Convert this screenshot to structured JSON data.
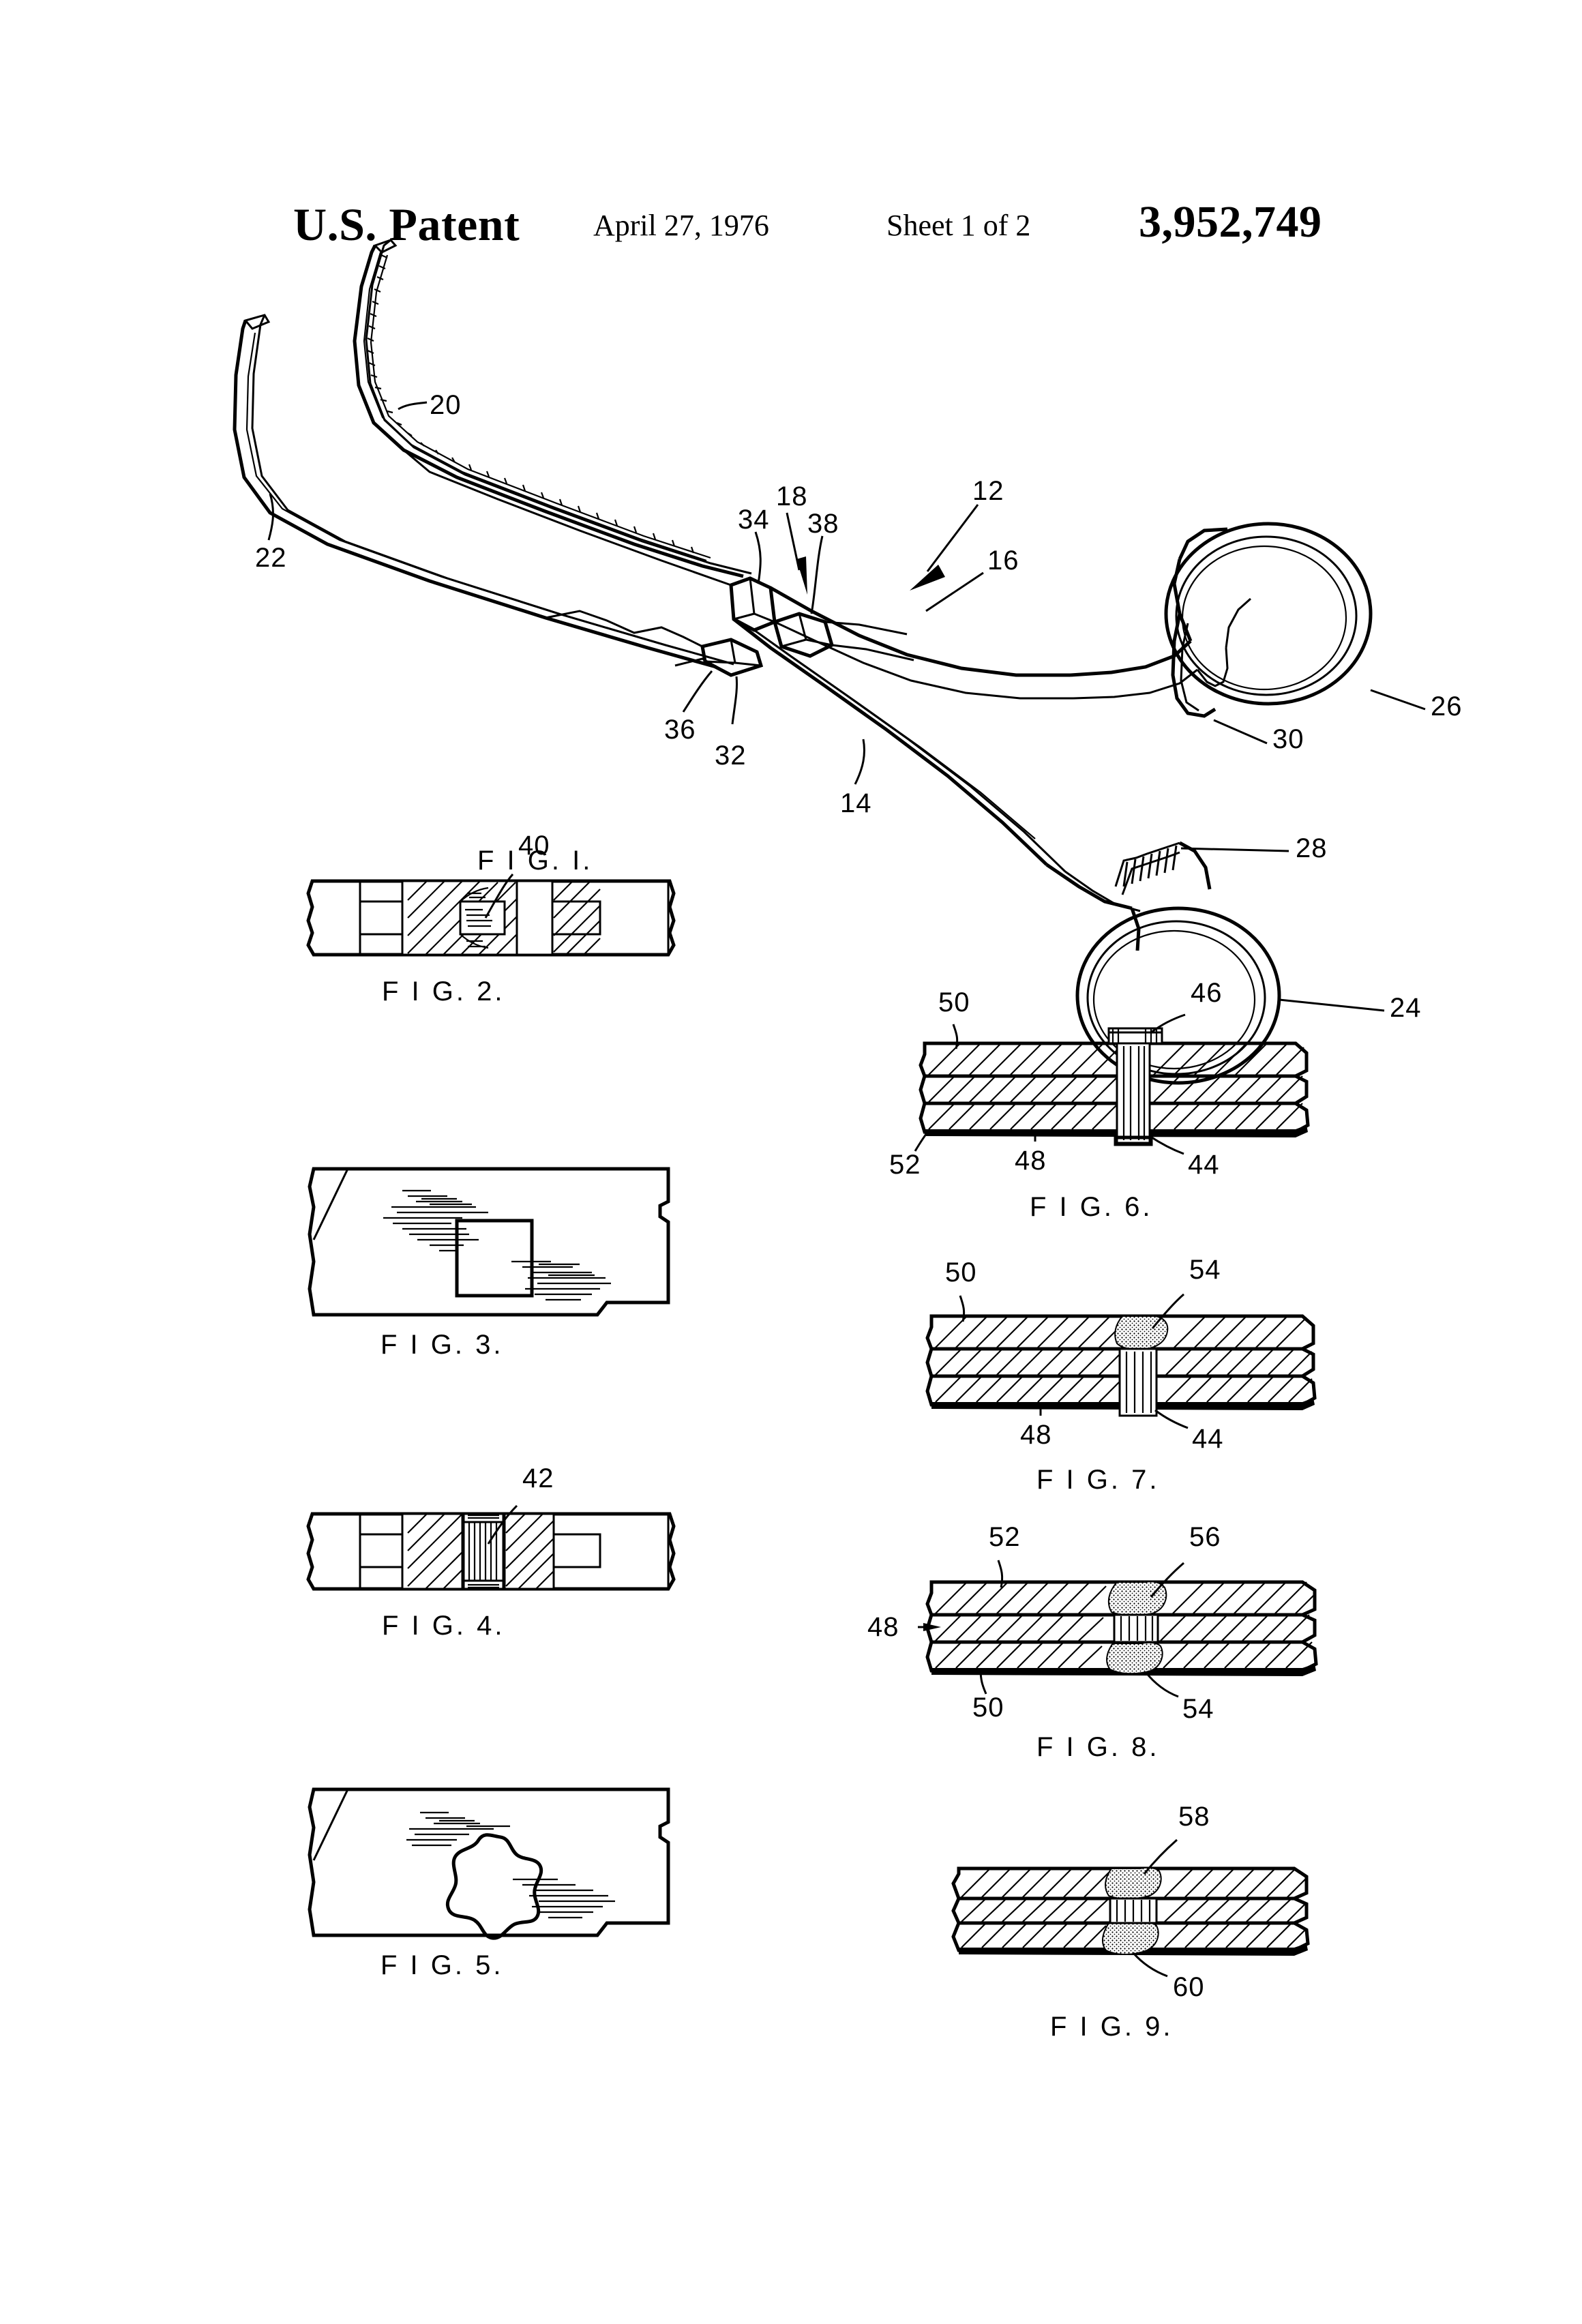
{
  "header": {
    "office": "U.S. Patent",
    "date": "April 27, 1976",
    "sheet": "Sheet 1 of 2",
    "patent_number": "3,952,749"
  },
  "figures": [
    {
      "id": "fig1",
      "caption": "F I G.  I.",
      "description": "Perspective view of a surgical hemostat / forceps with curved serrated jaws, box-lock joint, ratchet and finger rings",
      "refs": [
        "20",
        "22",
        "34",
        "18",
        "38",
        "12",
        "16",
        "36",
        "32",
        "14",
        "26",
        "30",
        "28",
        "24"
      ]
    },
    {
      "id": "fig2",
      "caption": "F I G. 2.",
      "description": "Enlarged sectional view of a riveted joint, square shank pin",
      "refs": [
        "40"
      ]
    },
    {
      "id": "fig3",
      "caption": "F I G. 3.",
      "description": "Plan view of a jaw member showing a square aperture and shaded zones",
      "refs": []
    },
    {
      "id": "fig4",
      "caption": "F I G. 4.",
      "description": "Enlarged sectional view of a joint with a knurled / fluted pin",
      "refs": [
        "42"
      ]
    },
    {
      "id": "fig5",
      "caption": "F I G. 5.",
      "description": "Plan view of a jaw member showing an irregular star-shaped aperture",
      "refs": []
    },
    {
      "id": "fig6",
      "caption": "F I G. 6.",
      "description": "Sectional view of laminated members joined by a headed pin",
      "refs": [
        "50",
        "46",
        "52",
        "48",
        "44"
      ]
    },
    {
      "id": "fig7",
      "caption": "F I G. 7.",
      "description": "Sectional view of laminated members with pin and upper weld deposit",
      "refs": [
        "50",
        "54",
        "48",
        "44"
      ]
    },
    {
      "id": "fig8",
      "caption": "F I G. 8.",
      "description": "Sectional view of laminated members with upper and lower weld deposits",
      "refs": [
        "52",
        "56",
        "48",
        "50",
        "54"
      ]
    },
    {
      "id": "fig9",
      "caption": "F I G. 9.",
      "description": "Sectional view of laminated members with through weld",
      "refs": [
        "58",
        "60"
      ]
    }
  ],
  "reference_numerals": {
    "n12": "12",
    "n14": "14",
    "n16": "16",
    "n18": "18",
    "n20": "20",
    "n22": "22",
    "n24": "24",
    "n26": "26",
    "n28": "28",
    "n30": "30",
    "n32": "32",
    "n34": "34",
    "n36": "36",
    "n38": "38",
    "n40": "40",
    "n42": "42",
    "n44": "44",
    "n46": "46",
    "n48": "48",
    "n50": "50",
    "n52": "52",
    "n54": "54",
    "n56": "56",
    "n58": "58",
    "n60": "60"
  },
  "captions": {
    "fig1": "F I G.  I.",
    "fig2": "F I G. 2.",
    "fig3": "F I G. 3.",
    "fig4": "F I G. 4.",
    "fig5": "F I G. 5.",
    "fig6": "F I G. 6.",
    "fig7": "F I G. 7.",
    "fig8": "F I G. 8.",
    "fig9": "F I G. 9."
  },
  "colors": {
    "ink": "#000000",
    "paper": "#ffffff"
  }
}
